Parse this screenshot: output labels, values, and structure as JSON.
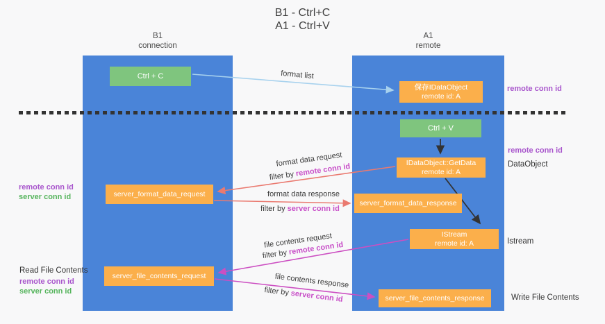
{
  "title": {
    "line1": "B1 - Ctrl+C",
    "line2": "A1 - Ctrl+V"
  },
  "colors": {
    "column_blue": "#4a84d8",
    "box_orange": "#fbaf4b",
    "box_green": "#7fc57e",
    "purple": "#a855cc",
    "green_id": "#55b45c",
    "magenta": "#c84fc8",
    "arrow_salmon": "#ea7a70",
    "arrow_magenta": "#cc4fc2",
    "arrow_lightblue": "#a8d2ee",
    "arrow_black": "#333333"
  },
  "lifelines": {
    "b1": {
      "name": "B1",
      "subtitle": "connection"
    },
    "a1": {
      "name": "A1",
      "subtitle": "remote"
    }
  },
  "boxes": {
    "ctrl_c": {
      "label": "Ctrl + C"
    },
    "save_dataobject": {
      "line1": "保存IDataObject",
      "line2": "remote id: A"
    },
    "ctrl_v": {
      "label": "Ctrl + V"
    },
    "getdata": {
      "line1": "IDataObject::GetData",
      "line2": "remote id: A"
    },
    "format_request": {
      "label": "server_format_data_request"
    },
    "format_response": {
      "label": "server_format_data_response"
    },
    "istream": {
      "line1": "IStream",
      "line2": "remote id: A"
    },
    "file_request": {
      "label": "server_file_contents_request"
    },
    "file_response": {
      "label": "server_file_contents_response"
    }
  },
  "edge_labels": {
    "format_list": "format list",
    "format_request": {
      "line1": "format data request",
      "filter_prefix": "filter by",
      "filter_key": "remote conn id"
    },
    "format_response": {
      "line1": "format data response",
      "filter_prefix": "filter by",
      "filter_key": "server conn id"
    },
    "file_request": {
      "line1": "file contents request",
      "filter_prefix": "filter by",
      "filter_key": "remote conn id"
    },
    "file_response": {
      "line1": "file contents response",
      "filter_prefix": "filter by",
      "filter_key": "server conn id"
    }
  },
  "annotations": {
    "left": {
      "format_remote_id": "remote conn id",
      "format_server_id": "server conn id",
      "read_file": "Read File Contents",
      "file_remote_id": "remote conn id",
      "file_server_id": "server conn id"
    },
    "right": {
      "save_remote_id": "remote conn id",
      "paste_remote_id": "remote conn id",
      "dataobject": "DataObject",
      "istream": "Istream",
      "write_file": "Write File Contents"
    }
  }
}
